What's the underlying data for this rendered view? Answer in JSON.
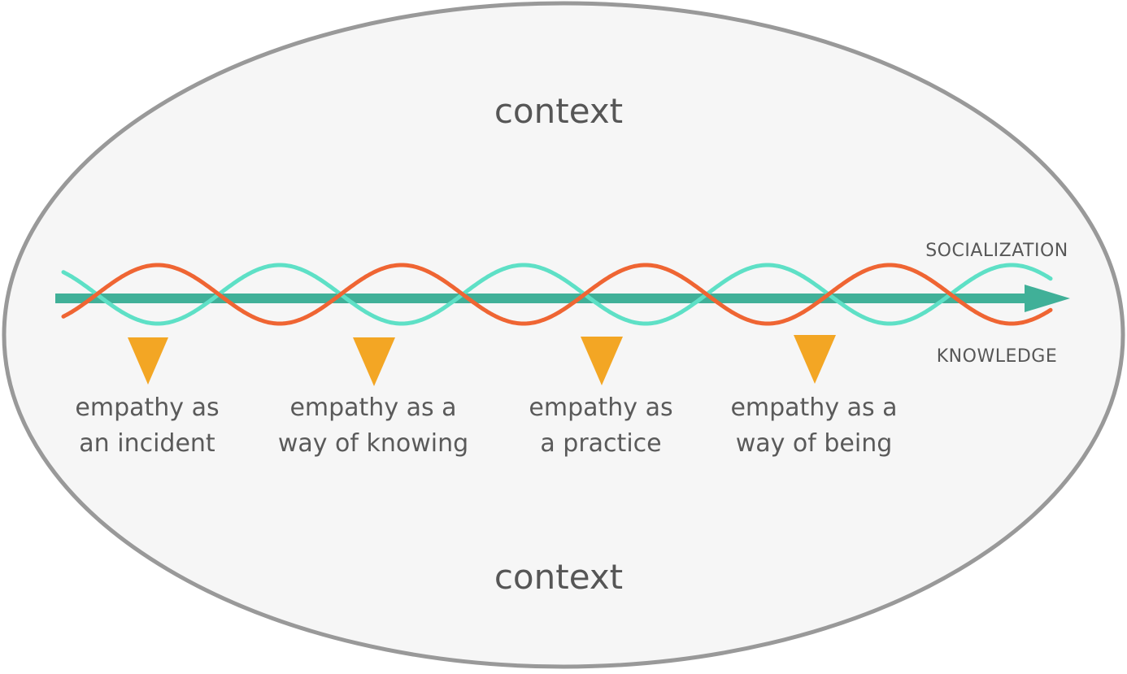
{
  "context_top": "context",
  "context_bottom": "context",
  "strands": {
    "socialization": {
      "label": "SOCIALIZATION",
      "color": "#5ee0c6"
    },
    "knowledge": {
      "label": "KNOWLEDGE",
      "color": "#ef6533"
    }
  },
  "axis_color": "#40b098",
  "marker_color": "#f3a624",
  "ellipse": {
    "fill": "#f6f6f6",
    "stroke": "#999999"
  },
  "stages": [
    {
      "line1": "empathy as",
      "line2": "an incident"
    },
    {
      "line1": "empathy as a",
      "line2": "way of knowing"
    },
    {
      "line1": "empathy as",
      "line2": "a practice"
    },
    {
      "line1": "empathy as a",
      "line2": "way of being"
    }
  ]
}
